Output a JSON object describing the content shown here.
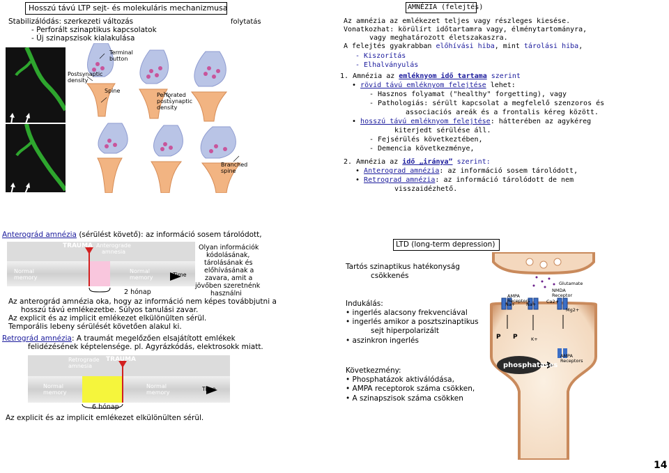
{
  "topleft": {
    "title": "Hosszú távú LTP sejt- és molekuláris mechanizmusa",
    "line1": "Stabilizálódás: szerkezeti változás",
    "line2": "- Perforált szinaptikus kapcsolatok",
    "line3": "- Új szinapszisok kialakulása",
    "folytatas": "folytatás",
    "labels": {
      "terminal": "Terminal button",
      "postsyn": "Postsynaptic density",
      "spine": "Spine",
      "perforated": "Perforated postsynaptic density",
      "branched": "Branched spine"
    }
  },
  "amnesia": {
    "title": "AMNÉZIA (felejtés)",
    "l1": "Az amnézia az emlékezet teljes vagy részleges kiesése.",
    "l2": "Vonatkozhat: körülírt időtartamra vagy, élménytartományra,",
    "l3": "vagy meghatározott életszakaszra.",
    "l4a": "A felejtés gyakrabban ",
    "l4b": "előhívási hiba",
    "l4c": ", mint ",
    "l4d": "tárolási hiba",
    "l4e": ",",
    "l5": "- Kiszorítás",
    "l6": "- Elhalványulás",
    "p1a": "1. Amnézia az ",
    "p1b": "emléknyom idő tartama",
    "p1c": " szerint",
    "b1": "rövid távú emléknyom felejtése",
    "b1c": " lehet:",
    "b1d1": "- Hasznos folyamat (\"healthy\" forgetting), vagy",
    "b1d2": "- Pathologiás: sérült kapcsolat a megfelelő szenzoros és",
    "b1d3": "associaciós areák és a frontalis kéreg között.",
    "b2": "hosszú távú emléknyom felejtése",
    "b2c": ": hátterében az agykéreg",
    "b2d": "kiterjedt sérülése áll.",
    "b2d1": "- Fejsérülés következtében,",
    "b2d2": "- Demencia következménye,",
    "p2a": "2. Amnézia az ",
    "p2b": "idő „iránya”",
    "p2c": " szerint:",
    "a1a": "Anterograd amnézia",
    "a1b": ": az információ sosem tárolódott,",
    "a2a": "Retrograd amnézia",
    "a2b": ": az információ tárolódott de nem",
    "a2c": "visszaidézhető."
  },
  "antero": {
    "heading_a": "Anterográd amnézia",
    "heading_b": " (sérülést követő): az információ sosem tárolódott,",
    "trauma": "TRAUMA",
    "anterograde": "Anterograde amnesia",
    "normal1": "Normal memory",
    "normal2": "Normal memory",
    "time": "Time",
    "months": "2 hónap",
    "side1": "Olyan információk",
    "side2": "kódolásának,",
    "side3": "tárolásának és",
    "side4": "előhívásának a",
    "side5": "zavara, amit a",
    "side6": "jövőben szeretnénk",
    "side7": "használni",
    "d1": "Az anterográd amnézia oka, hogy az információ nem képes továbbjutni a",
    "d2": "hosszú távú emlékezetbe. Súlyos tanulási zavar.",
    "d3": "Az explicit és az implicit emlékezet elkülönülten sérül.",
    "d4": "Temporális lebeny sérülését követően alakul ki."
  },
  "retro": {
    "heading_a": "Retrográd amnézia",
    "heading_b": ": A traumát megelőzően elsajátított emlékek",
    "heading_c": "felidézésének képtelensége. pl. Agyrázkódás, elektrosokk miatt.",
    "retrograde": "Retrograde amnesia",
    "trauma": "TRAUMA",
    "normal1": "Normal memory",
    "normal2": "Normal memory",
    "time": "Time",
    "months": "6 hónap",
    "footer": "Az explicit és az implicit emlékezet elkülönülten sérül."
  },
  "ltd": {
    "title": "LTD (long-term depression)",
    "l1": "Tartós szinaptikus hatékonyság",
    "l2": "csökkenés",
    "ind": "Indukálás:",
    "i1": "ingerlés alacsony frekvenciával",
    "i2": "ingerlés amikor a posztszinaptikus",
    "i2b": "sejt hiperpolarizált",
    "i3": "aszinkron ingerlés",
    "kov": "Következmény:",
    "k1": "Phosphatázok aktiválódása,",
    "k2": "AMPA receptorok száma csökken,",
    "k3": "A szinapszisok száma csökken",
    "fig": {
      "glutamate": "Glutamate",
      "nmda": "NMDA Receptor",
      "ampa": "AMPA Receptors",
      "ca": "Ca2+",
      "mg": "Mg2+",
      "na": "Na+",
      "k": "K+",
      "p": "P",
      "phosphatases": "phosphatases",
      "ampa2": "AMPA Receptors"
    }
  },
  "page_number": "14"
}
